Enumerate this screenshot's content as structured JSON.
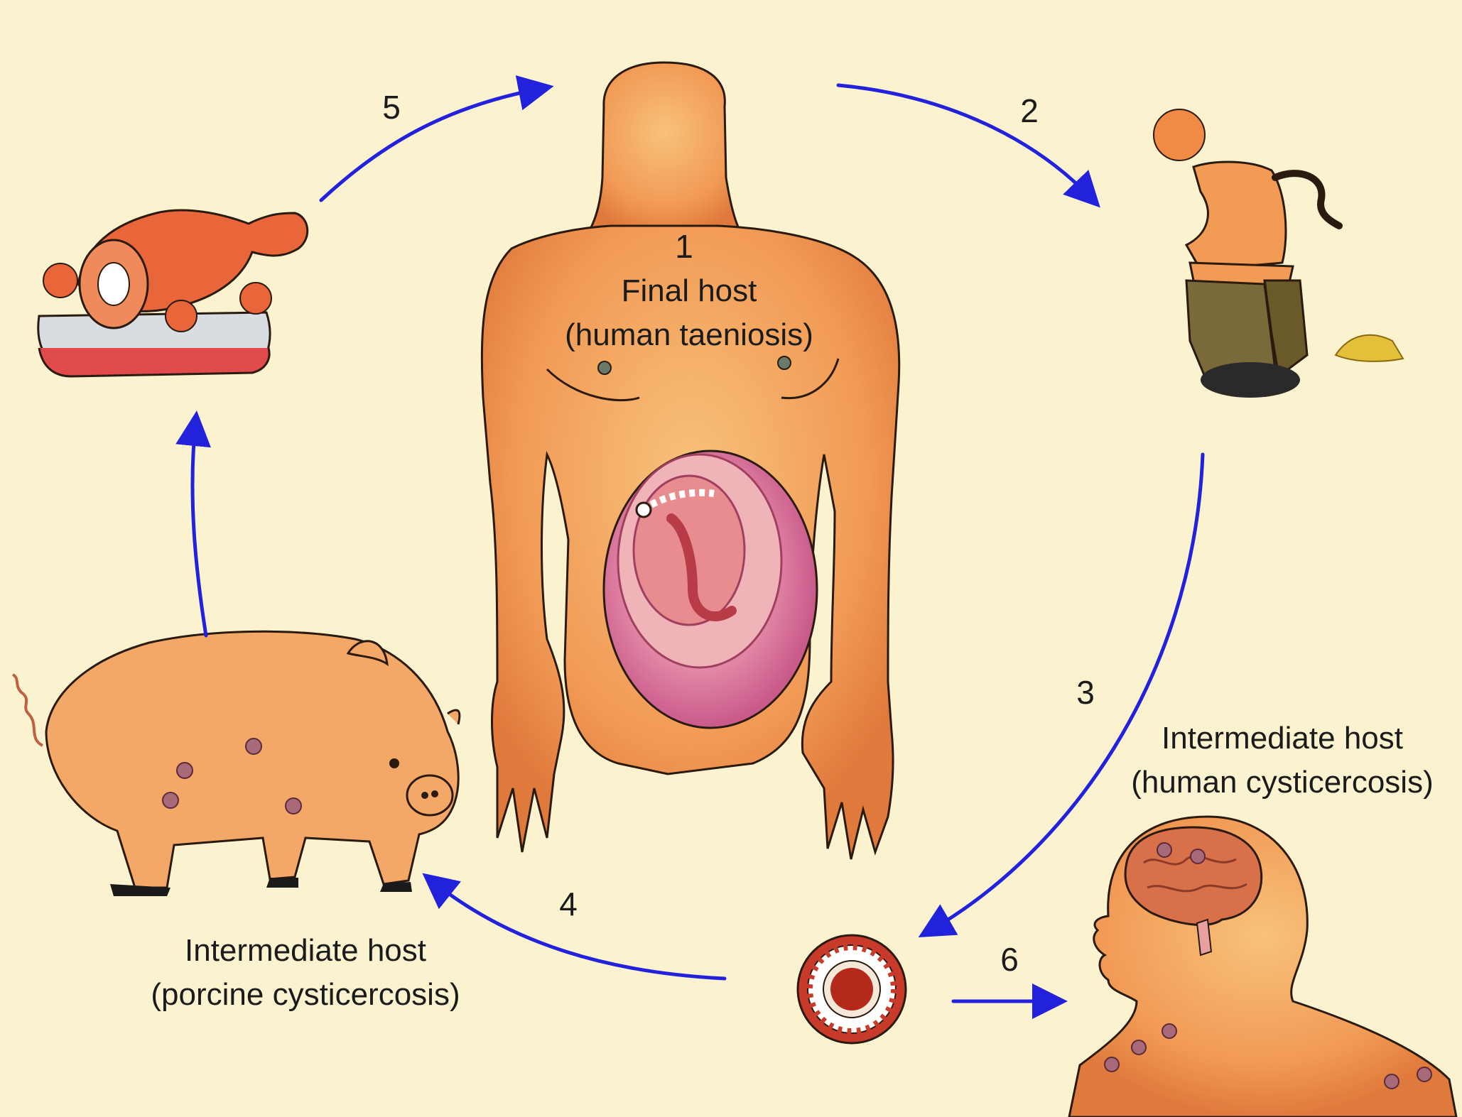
{
  "diagram": {
    "steps": [
      "1",
      "2",
      "3",
      "4",
      "5",
      "6"
    ],
    "final_host": {
      "title": "Final host",
      "subtitle": "(human taeniosis)"
    },
    "human_intermediate": {
      "title": "Intermediate host",
      "subtitle": "(human cysticercosis)"
    },
    "porcine_intermediate": {
      "title": "Intermediate host",
      "subtitle": "(porcine cysticercosis)"
    }
  },
  "colors": {
    "background": "#fbf3d0",
    "arrow": "#2222dd",
    "skin": "#f29b55",
    "skin_dark": "#e0703a",
    "outline": "#2a1a10",
    "meat": "#e8663a",
    "intestine": "#d77aa0",
    "brain": "#d8704a"
  },
  "icons": [
    "human-torso-icon",
    "defecating-person-icon",
    "egg-icon",
    "pig-icon",
    "meat-ham-icon",
    "human-head-bust-icon",
    "brain-icon"
  ]
}
